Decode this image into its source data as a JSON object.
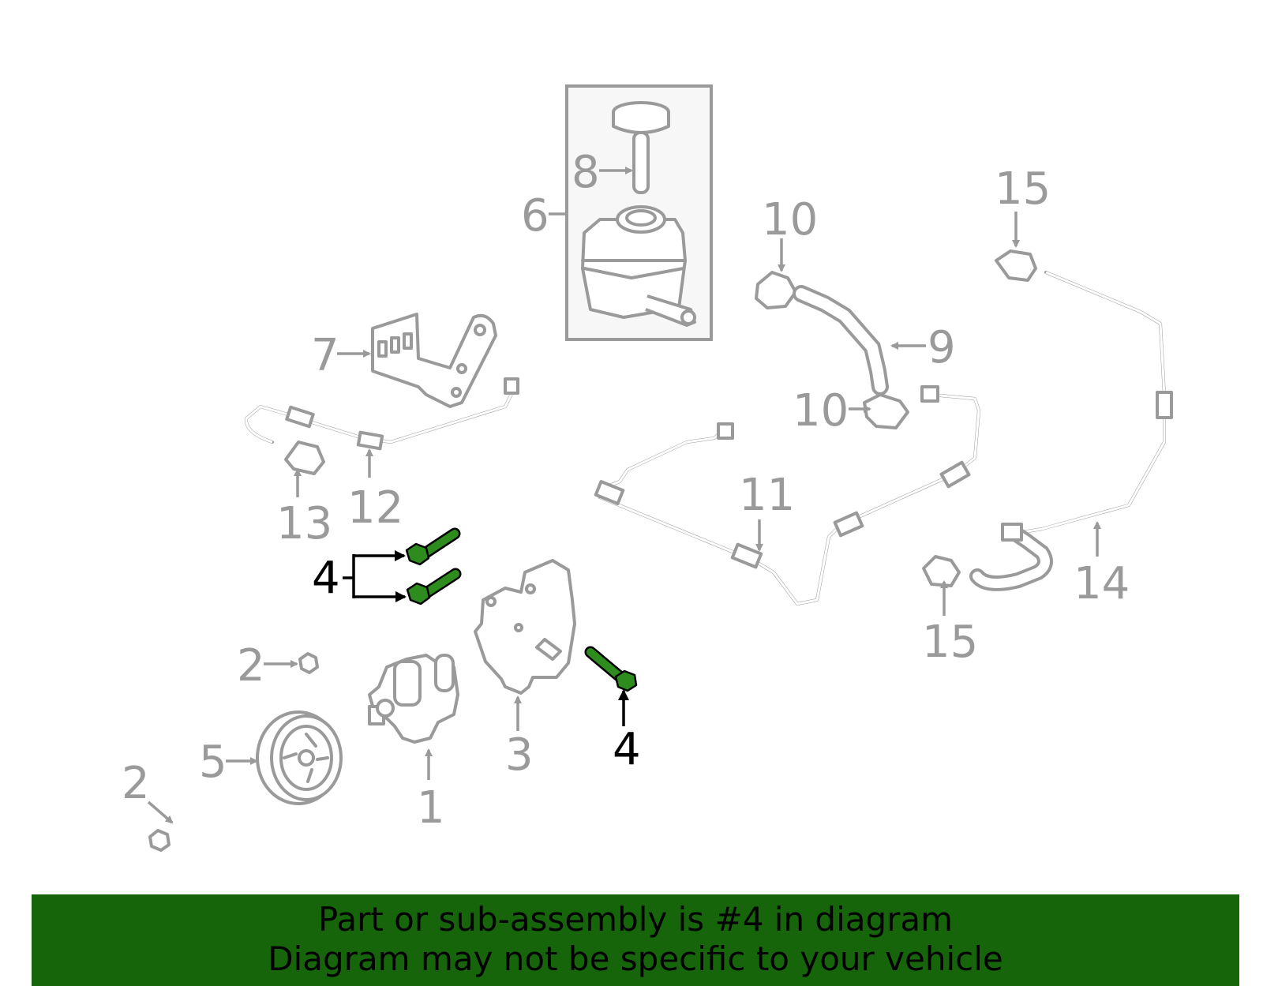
{
  "colors": {
    "part_stroke": "#9a9a9a",
    "highlight_part": "#2e8b1e",
    "banner_background": "#17650b",
    "banner_text": "#000000"
  },
  "callouts": [
    {
      "id": "c1",
      "text": "1",
      "highlighted": false
    },
    {
      "id": "c2a",
      "text": "2",
      "highlighted": false
    },
    {
      "id": "c2b",
      "text": "2",
      "highlighted": false
    },
    {
      "id": "c3",
      "text": "3",
      "highlighted": false
    },
    {
      "id": "c4a",
      "text": "4",
      "highlighted": true
    },
    {
      "id": "c4b",
      "text": "4",
      "highlighted": true
    },
    {
      "id": "c5",
      "text": "5",
      "highlighted": false
    },
    {
      "id": "c6",
      "text": "6",
      "highlighted": false
    },
    {
      "id": "c7",
      "text": "7",
      "highlighted": false
    },
    {
      "id": "c8",
      "text": "8",
      "highlighted": false
    },
    {
      "id": "c9",
      "text": "9",
      "highlighted": false
    },
    {
      "id": "c10a",
      "text": "10",
      "highlighted": false
    },
    {
      "id": "c10b",
      "text": "10",
      "highlighted": false
    },
    {
      "id": "c11",
      "text": "11",
      "highlighted": false
    },
    {
      "id": "c12",
      "text": "12",
      "highlighted": false
    },
    {
      "id": "c13",
      "text": "13",
      "highlighted": false
    },
    {
      "id": "c14",
      "text": "14",
      "highlighted": false
    },
    {
      "id": "c15a",
      "text": "15",
      "highlighted": false
    },
    {
      "id": "c15b",
      "text": "15",
      "highlighted": false
    }
  ],
  "banner": {
    "line1": "Part or sub-assembly is #4 in diagram",
    "line2": "Diagram may not be specific to your vehicle"
  }
}
